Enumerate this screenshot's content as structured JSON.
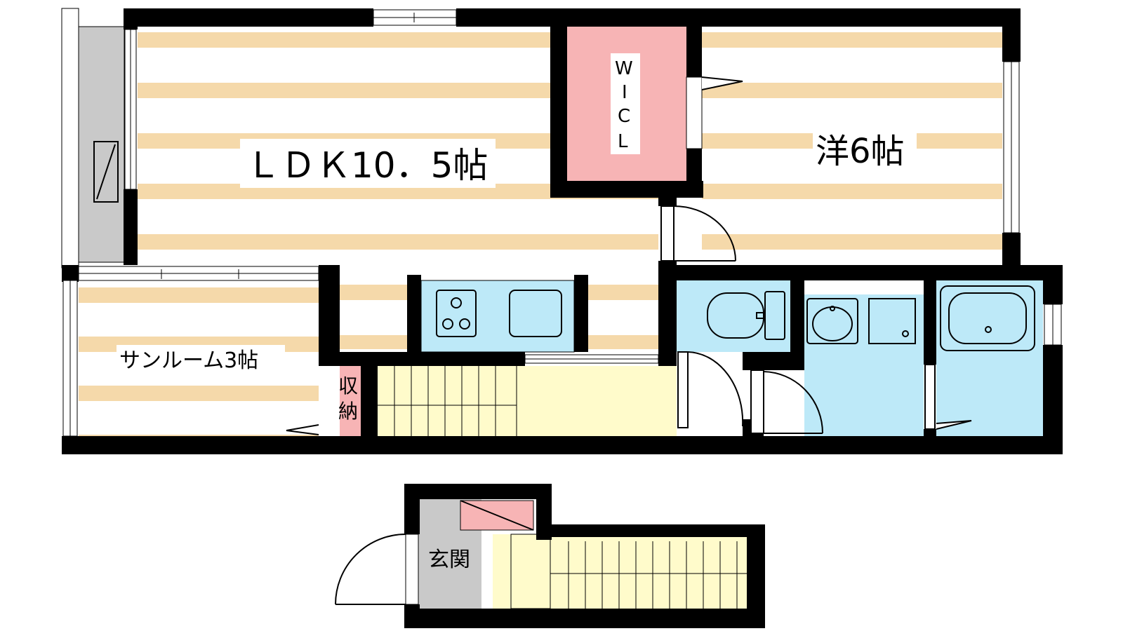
{
  "floorplan": {
    "rooms": {
      "ldk": "ＬＤＫ10．5帖",
      "western": "洋6帖",
      "sunroom": "サンルーム3帖",
      "storage_line1": "収",
      "storage_line2": "納",
      "wic_line1": "W",
      "wic_line2": "I",
      "wic_line3": "C",
      "wic_line4": "L",
      "entrance": "玄関"
    },
    "colors": {
      "stripe": "#f5d9aa",
      "wall": "#000000",
      "closet_pink": "#f7b4b5",
      "wet_blue": "#bde9f8",
      "stair_yellow": "#fffbcb",
      "gray": "#c9c9c9"
    }
  }
}
